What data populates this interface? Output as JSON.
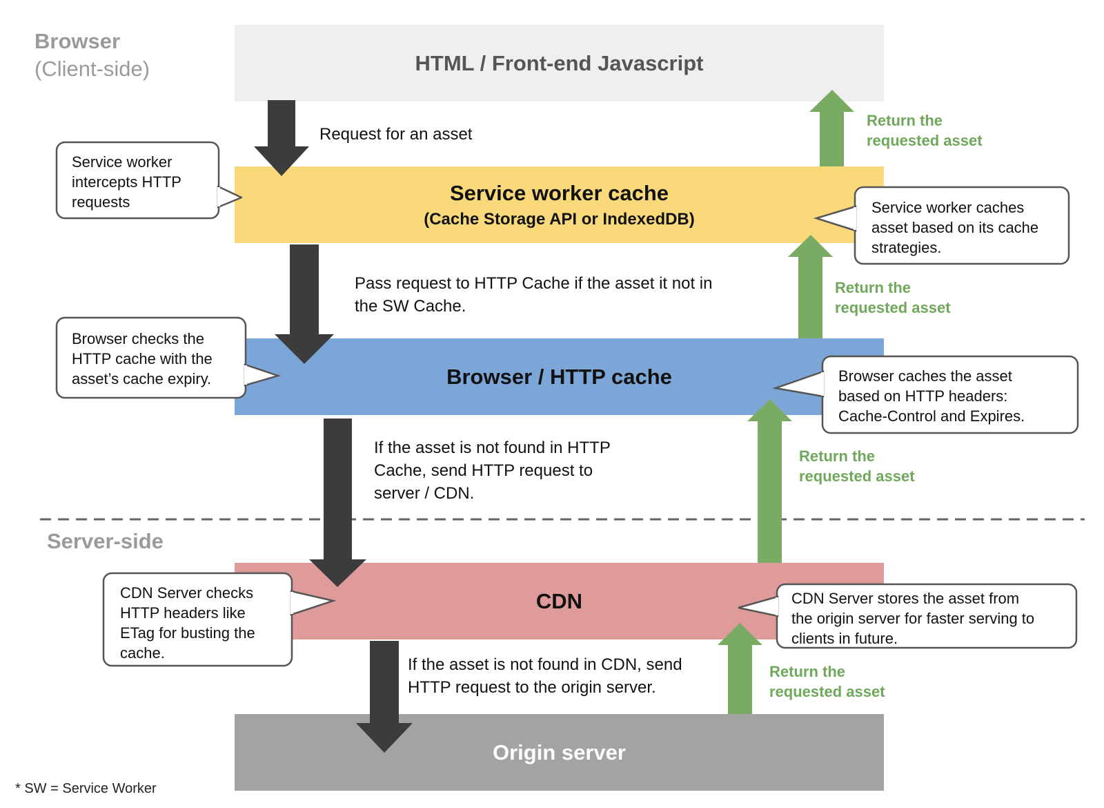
{
  "sections": {
    "browser_title": "Browser",
    "browser_subtitle": "(Client-side)",
    "server_title": "Server-side"
  },
  "layers": {
    "frontend": "HTML / Front-end Javascript",
    "sw_cache_title": "Service worker cache",
    "sw_cache_subtitle": "(Cache Storage API or IndexedDB)",
    "http_cache": "Browser / HTTP cache",
    "cdn": "CDN",
    "origin": "Origin server"
  },
  "steps": {
    "request": "Request for an asset",
    "pass_to_http": [
      "Pass request to HTTP Cache if the asset it not in",
      "the SW Cache."
    ],
    "to_server": [
      "If the asset is not found in HTTP",
      "Cache, send HTTP request to",
      "server / CDN."
    ],
    "to_origin": [
      "If the asset is not found in CDN, send",
      "HTTP request to the origin server."
    ]
  },
  "return_label": [
    "Return the",
    "requested asset"
  ],
  "callouts": {
    "sw_intercepts": [
      "Service worker",
      "intercepts HTTP",
      "requests"
    ],
    "sw_caches": [
      "Service worker caches",
      "asset based on its cache",
      "strategies."
    ],
    "browser_checks": [
      "Browser checks the",
      "HTTP cache with the",
      "asset’s cache expiry."
    ],
    "browser_caches": [
      "Browser caches the asset",
      "based on HTTP headers:",
      "Cache-Control and Expires."
    ],
    "cdn_checks": [
      "CDN Server checks",
      "HTTP headers like",
      "ETag for busting the",
      "cache."
    ],
    "cdn_stores": [
      "CDN Server stores the asset from",
      "the origin server for faster serving to",
      "clients in future."
    ]
  },
  "footnote": "* SW = Service Worker",
  "colors": {
    "frontend_bg": "#efefef",
    "sw_cache_bg": "#f9d97a",
    "http_cache_bg": "#7ba6d7",
    "cdn_bg": "#df9a9a",
    "origin_bg": "#a3a3a3",
    "down_arrow": "#3c3c3c",
    "return_arrow": "#7aab63"
  }
}
